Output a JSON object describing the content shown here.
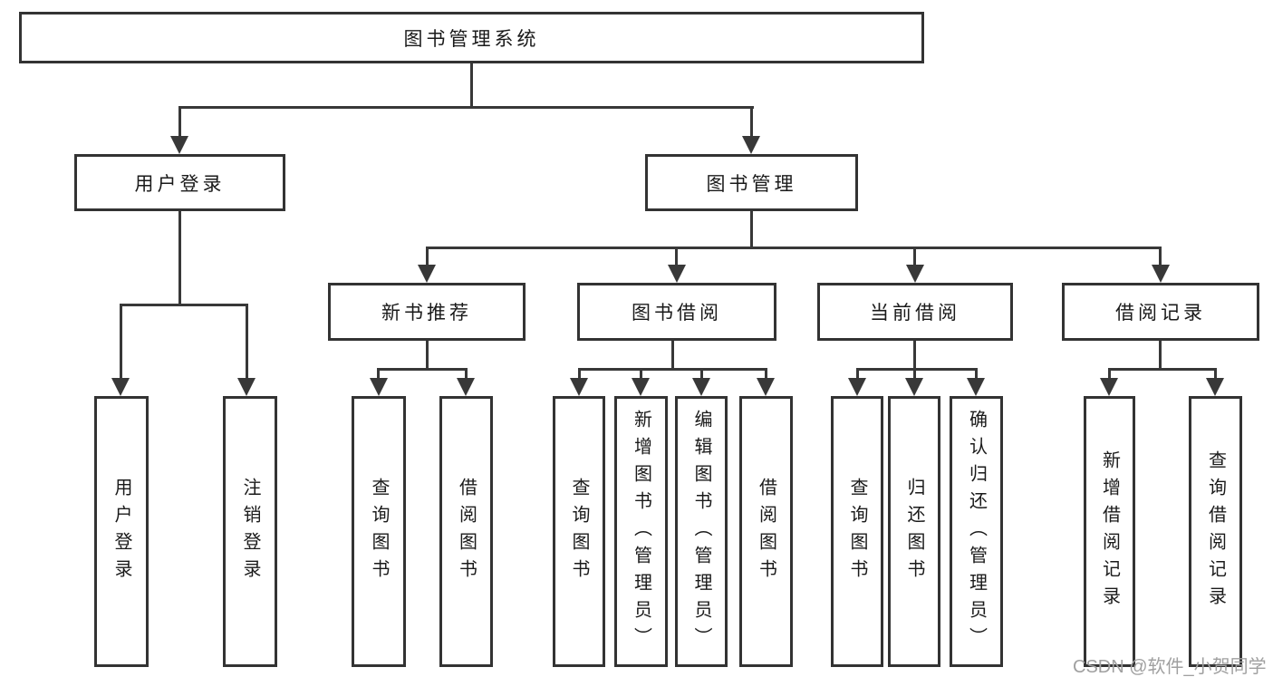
{
  "diagram": {
    "root": {
      "label": "图书管理系统"
    },
    "branches": [
      {
        "label": "用户登录",
        "children": [
          {
            "label": "用户登录"
          },
          {
            "label": "注销登录"
          }
        ]
      },
      {
        "label": "图书管理",
        "children": [
          {
            "label": "新书推荐",
            "children": [
              {
                "label": "查询图书"
              },
              {
                "label": "借阅图书"
              }
            ]
          },
          {
            "label": "图书借阅",
            "children": [
              {
                "label": "查询图书"
              },
              {
                "label": "新增图书（管理员）"
              },
              {
                "label": "编辑图书（管理员）"
              },
              {
                "label": "借阅图书"
              }
            ]
          },
          {
            "label": "当前借阅",
            "children": [
              {
                "label": "查询图书"
              },
              {
                "label": "归还图书"
              },
              {
                "label": "确认归还（管理员）"
              }
            ]
          },
          {
            "label": "借阅记录",
            "children": [
              {
                "label": "新增借阅记录"
              },
              {
                "label": "查询借阅记录"
              }
            ]
          }
        ]
      }
    ]
  },
  "watermark": {
    "text": "CSDN @软件_小贺同学"
  },
  "colors": {
    "line": "#383838",
    "box-border": "#333333",
    "text": "#1a1a1a",
    "background": "#ffffff",
    "watermark": "#a0a0a0"
  }
}
